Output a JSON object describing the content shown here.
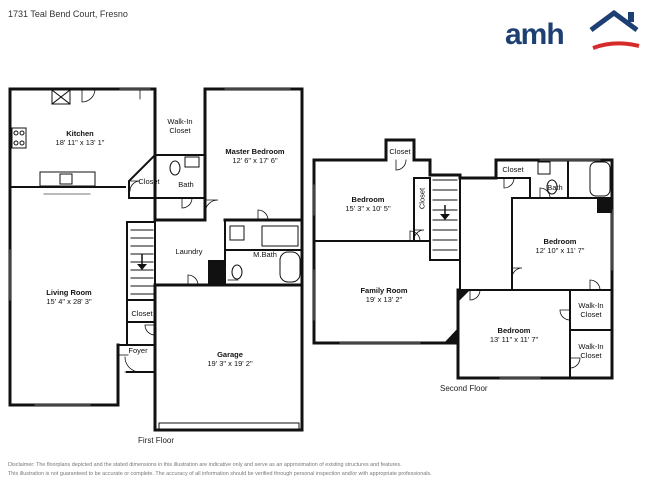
{
  "header": {
    "address": "1731 Teal Bend Court, Fresno",
    "logo_text": "amh",
    "brand_colors": {
      "navy": "#1d3f73",
      "red": "#d62b2b"
    }
  },
  "first_floor": {
    "label": "First Floor",
    "rooms": {
      "kitchen": {
        "name": "Kitchen",
        "dims": "18' 11\" x 13' 1\""
      },
      "walk_in_closet": {
        "name": "Walk-In Closet"
      },
      "master_bedroom": {
        "name": "Master Bedroom",
        "dims": "12' 6\" x 17' 6\""
      },
      "closet_a": {
        "name": "Closet"
      },
      "bath": {
        "name": "Bath"
      },
      "laundry": {
        "name": "Laundry"
      },
      "master_bath": {
        "name": "M.Bath"
      },
      "living_room": {
        "name": "Living Room",
        "dims": "15' 4\" x 28' 3\""
      },
      "closet_b": {
        "name": "Closet"
      },
      "foyer": {
        "name": "Foyer"
      },
      "garage": {
        "name": "Garage",
        "dims": "19' 3\" x 19' 2\""
      }
    }
  },
  "second_floor": {
    "label": "Second Floor",
    "rooms": {
      "closet_top": {
        "name": "Closet"
      },
      "bedroom_1": {
        "name": "Bedroom",
        "dims": "15' 3\" x 10' 5\""
      },
      "closet_vertical": {
        "name": "Closet"
      },
      "closet_right": {
        "name": "Closet"
      },
      "bath": {
        "name": "Bath"
      },
      "bedroom_2": {
        "name": "Bedroom",
        "dims": "12' 10\" x 11' 7\""
      },
      "family_room": {
        "name": "Family Room",
        "dims": "19' x 13' 2\""
      },
      "bedroom_3": {
        "name": "Bedroom",
        "dims": "13' 11\" x 11' 7\""
      },
      "walk_in_closet_1": {
        "name": "Walk-In Closet"
      },
      "walk_in_closet_2": {
        "name": "Walk-In Closet"
      }
    }
  },
  "disclaimer": {
    "line1": "Disclaimer: The floorplans depicted and the stated dimensions in this illustration are indicative only and serve as an approximation of existing structures and features.",
    "line2": "This illustration is not guaranteed to be accurate or complete. The accuracy of all information should be verified through personal inspection and/or with appropriate professionals."
  }
}
